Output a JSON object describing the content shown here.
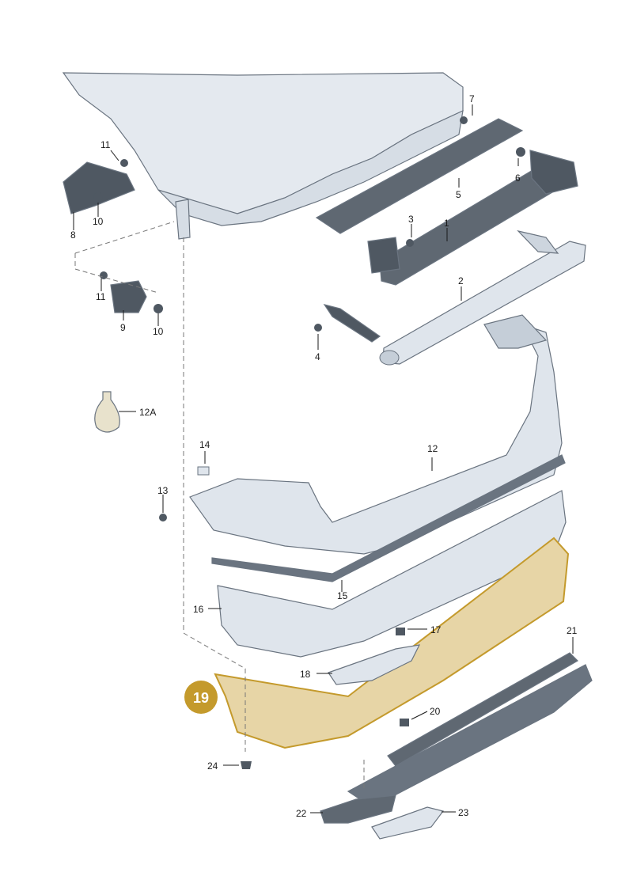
{
  "highlight": {
    "label": "19",
    "color": "#c49a2c"
  },
  "callouts": [
    {
      "id": "1",
      "text": "1"
    },
    {
      "id": "2",
      "text": "2"
    },
    {
      "id": "3",
      "text": "3"
    },
    {
      "id": "4",
      "text": "4"
    },
    {
      "id": "5",
      "text": "5"
    },
    {
      "id": "6",
      "text": "6"
    },
    {
      "id": "7",
      "text": "7"
    },
    {
      "id": "8",
      "text": "8"
    },
    {
      "id": "9",
      "text": "9"
    },
    {
      "id": "10a",
      "text": "10"
    },
    {
      "id": "10b",
      "text": "10"
    },
    {
      "id": "11a",
      "text": "11"
    },
    {
      "id": "11b",
      "text": "11"
    },
    {
      "id": "12",
      "text": "12"
    },
    {
      "id": "12A",
      "text": "12A"
    },
    {
      "id": "13",
      "text": "13"
    },
    {
      "id": "14",
      "text": "14"
    },
    {
      "id": "15",
      "text": "15"
    },
    {
      "id": "16",
      "text": "16"
    },
    {
      "id": "17",
      "text": "17"
    },
    {
      "id": "18",
      "text": "18"
    },
    {
      "id": "20",
      "text": "20"
    },
    {
      "id": "21",
      "text": "21"
    },
    {
      "id": "22",
      "text": "22"
    },
    {
      "id": "23",
      "text": "23"
    },
    {
      "id": "24",
      "text": "24"
    }
  ],
  "colors": {
    "part_fill": "#dfe5ec",
    "part_shade": "#c5ced8",
    "highlight_fill": "#e7d5a6"
  }
}
